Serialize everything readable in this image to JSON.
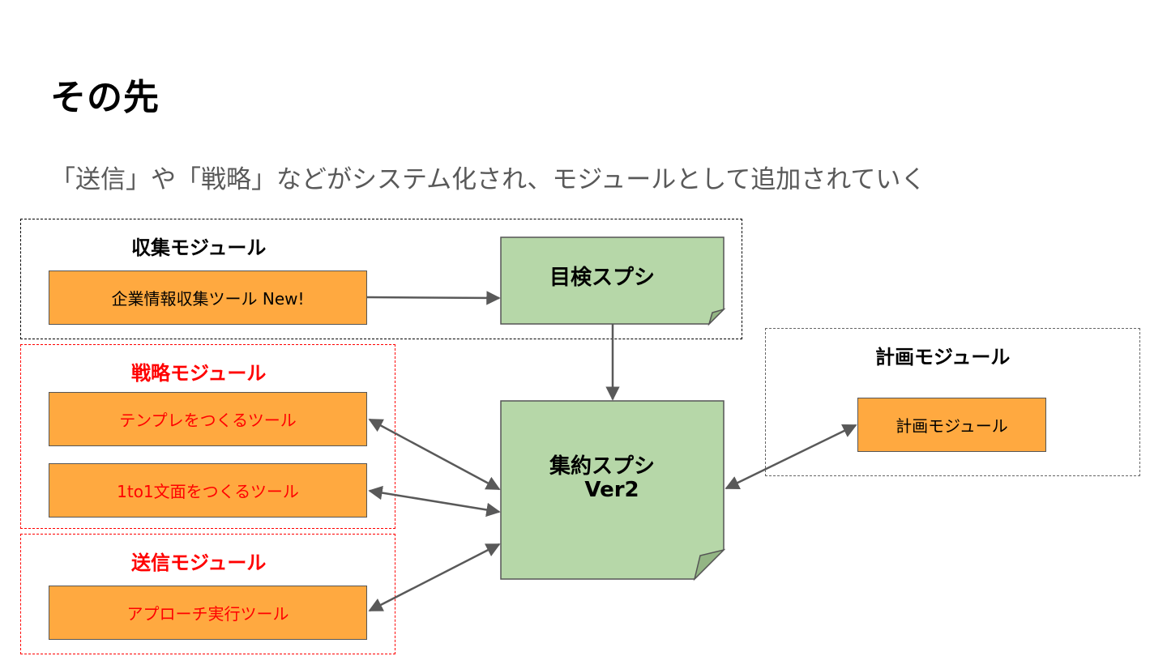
{
  "slide": {
    "title": "その先",
    "subtitle": "「送信」や「戦略」などがシステム化され、モジュールとして追加されていく"
  },
  "collection_module": {
    "title": "収集モジュール",
    "tool": "企業情報収集ツール New!"
  },
  "strategy_module": {
    "title": "戦略モジュール",
    "tools": [
      "テンプレをつくるツール",
      "1to1文面をつくるツール"
    ]
  },
  "send_module": {
    "title": "送信モジュール",
    "tool": "アプローチ実行ツール"
  },
  "plan_module": {
    "title": "計画モジュール",
    "tool": "計画モジュール"
  },
  "sheets": {
    "review": "目検スプシ",
    "aggregate_line1": "集約スプシ",
    "aggregate_line2": "Ver2"
  },
  "colors": {
    "tool_fill": "#ffa940",
    "sheet_fill": "#b6d7a8",
    "sheet_fold": "#93b584",
    "accent_red": "#ff0000",
    "arrow": "#595959"
  }
}
